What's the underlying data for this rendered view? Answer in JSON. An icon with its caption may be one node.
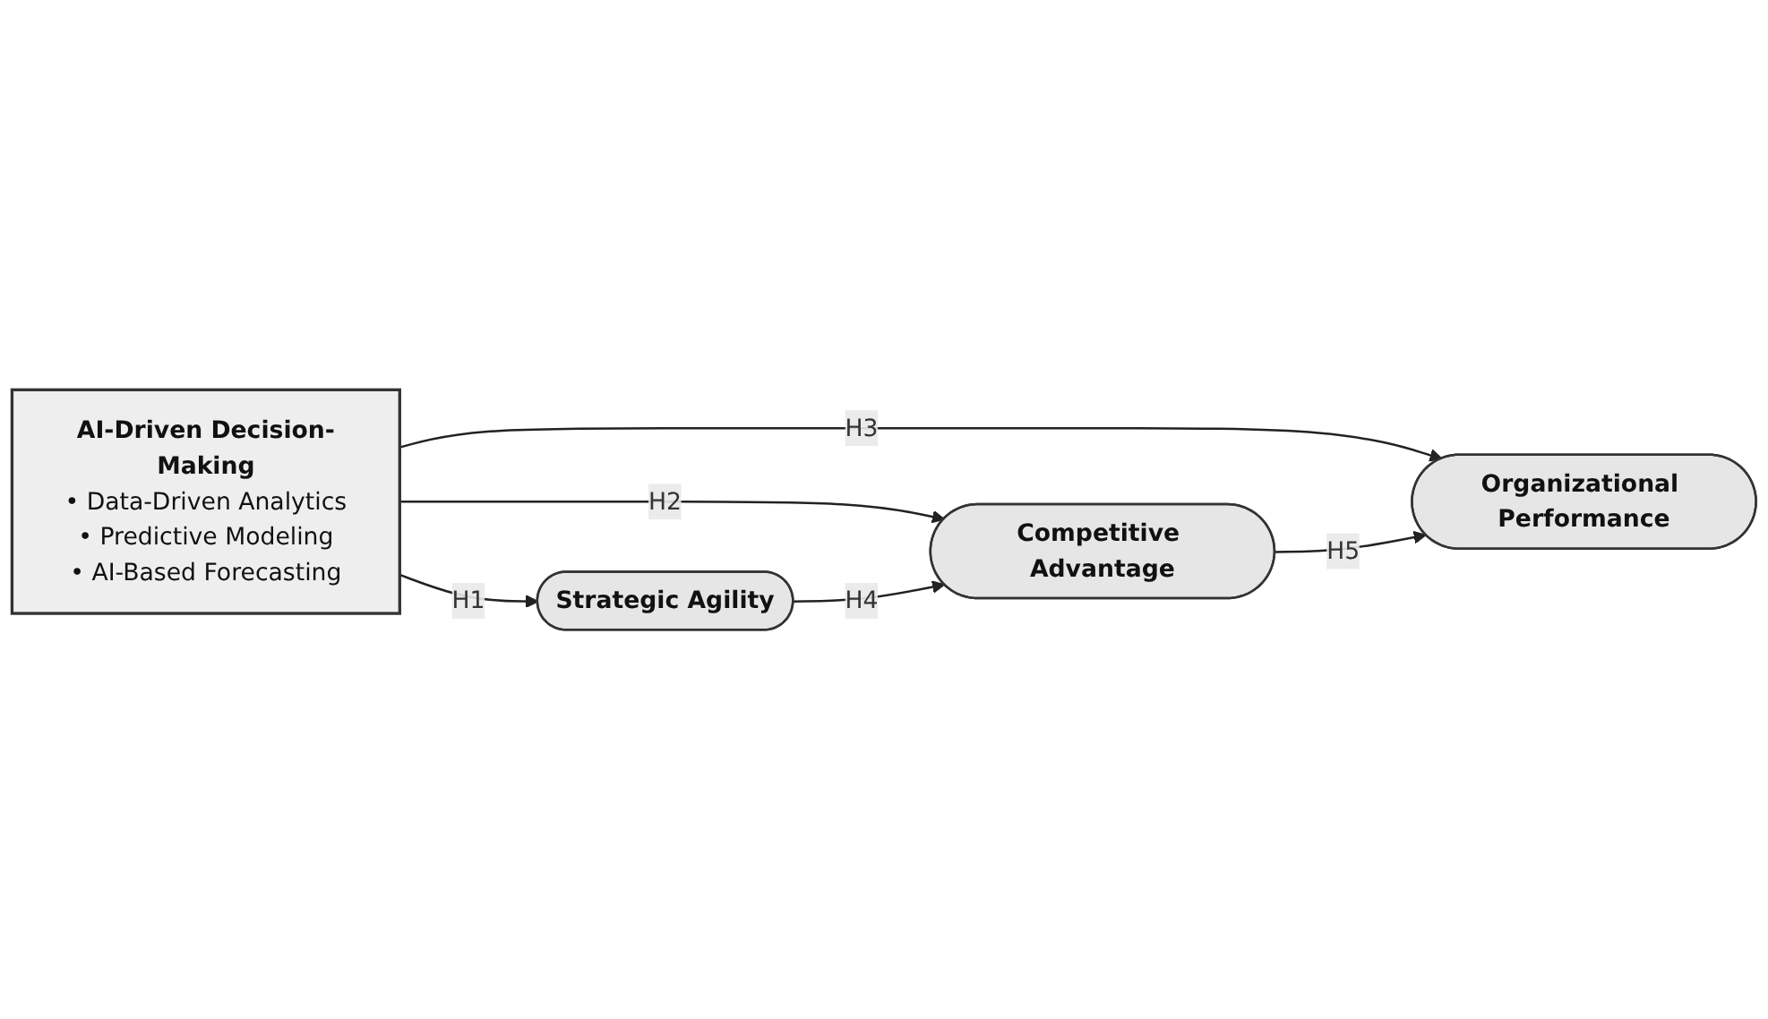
{
  "diagram": {
    "nodes": [
      {
        "text": [
          "AI-Driven Decision-Making",
          "• Data-Driven Analytics",
          "• Predictive Modeling",
          "• AI-Based Forecasting"
        ]
      },
      {
        "text": [
          "Strategic Agility"
        ]
      },
      {
        "text": [
          "Competitive Advantage"
        ]
      },
      {
        "text": [
          "Organizational Performance"
        ]
      }
    ],
    "edges": [
      {
        "from": 0,
        "to": 1,
        "arrow": "to",
        "label": "H1"
      },
      {
        "from": 0,
        "to": 2,
        "arrow": "to",
        "label": "H2"
      },
      {
        "from": 0,
        "to": 3,
        "arrow": "to",
        "label": "H3"
      },
      {
        "from": 1,
        "to": 2,
        "arrow": "to",
        "label": "H4"
      },
      {
        "from": 2,
        "to": 3,
        "arrow": "to",
        "label": "H5"
      }
    ]
  }
}
